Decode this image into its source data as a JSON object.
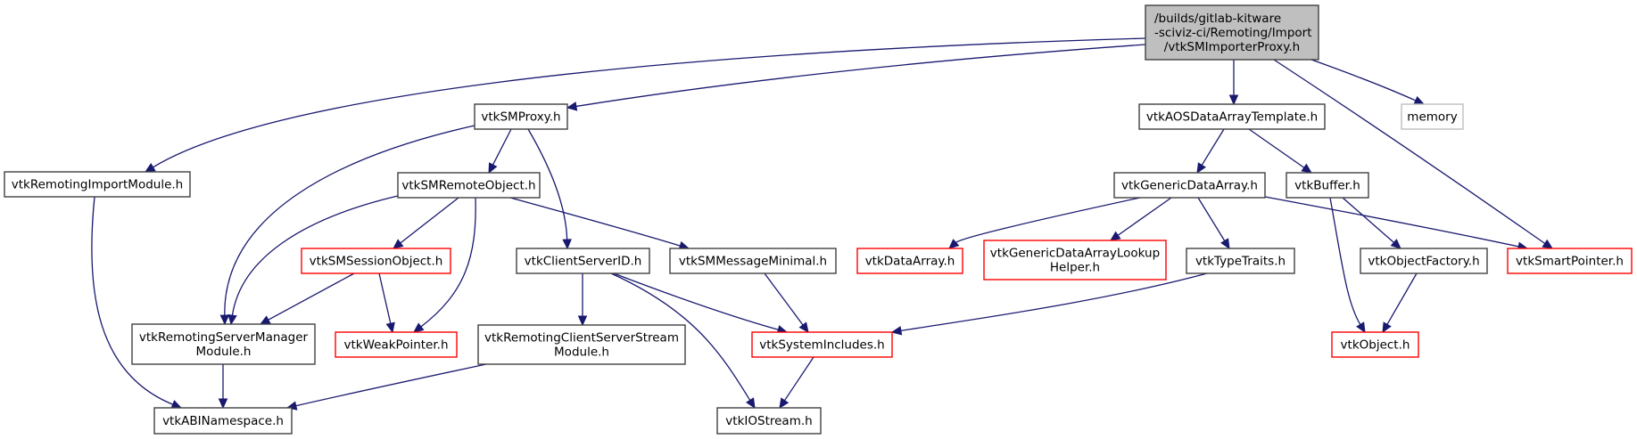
{
  "diagram": {
    "type": "include-dependency-graph",
    "colors": {
      "edge": "#191970",
      "main_fill": "#bfbfbf",
      "node_border": "#404040",
      "truncated_border": "#ff0000",
      "external_border": "#bfbfbf"
    },
    "nodes": [
      {
        "id": "main",
        "kind": "main",
        "lines": [
          "/builds/gitlab-kitware",
          "-sciviz-ci/Remoting/Import",
          "/vtkSMImporterProxy.h"
        ]
      },
      {
        "id": "vtkSMProxy",
        "kind": "normal",
        "lines": [
          "vtkSMProxy.h"
        ]
      },
      {
        "id": "vtkAOSDataArrayTemplate",
        "kind": "normal",
        "lines": [
          "vtkAOSDataArrayTemplate.h"
        ]
      },
      {
        "id": "memory",
        "kind": "external",
        "lines": [
          "memory"
        ]
      },
      {
        "id": "vtkRemotingImportModule",
        "kind": "normal",
        "lines": [
          "vtkRemotingImportModule.h"
        ]
      },
      {
        "id": "vtkSMRemoteObject",
        "kind": "normal",
        "lines": [
          "vtkSMRemoteObject.h"
        ]
      },
      {
        "id": "vtkGenericDataArray",
        "kind": "normal",
        "lines": [
          "vtkGenericDataArray.h"
        ]
      },
      {
        "id": "vtkBuffer",
        "kind": "normal",
        "lines": [
          "vtkBuffer.h"
        ]
      },
      {
        "id": "vtkSMSessionObject",
        "kind": "truncated",
        "lines": [
          "vtkSMSessionObject.h"
        ]
      },
      {
        "id": "vtkClientServerID",
        "kind": "normal",
        "lines": [
          "vtkClientServerID.h"
        ]
      },
      {
        "id": "vtkSMMessageMinimal",
        "kind": "normal",
        "lines": [
          "vtkSMMessageMinimal.h"
        ]
      },
      {
        "id": "vtkDataArray",
        "kind": "truncated",
        "lines": [
          "vtkDataArray.h"
        ]
      },
      {
        "id": "vtkGenericDataArrayLookupHelper",
        "kind": "truncated",
        "lines": [
          "vtkGenericDataArrayLookup",
          "Helper.h"
        ]
      },
      {
        "id": "vtkTypeTraits",
        "kind": "normal",
        "lines": [
          "vtkTypeTraits.h"
        ]
      },
      {
        "id": "vtkObjectFactory",
        "kind": "normal",
        "lines": [
          "vtkObjectFactory.h"
        ]
      },
      {
        "id": "vtkSmartPointer",
        "kind": "truncated",
        "lines": [
          "vtkSmartPointer.h"
        ]
      },
      {
        "id": "vtkRemotingServerManagerModule",
        "kind": "normal",
        "lines": [
          "vtkRemotingServerManager",
          "Module.h"
        ]
      },
      {
        "id": "vtkWeakPointer",
        "kind": "truncated",
        "lines": [
          "vtkWeakPointer.h"
        ]
      },
      {
        "id": "vtkRemotingClientServerStreamModule",
        "kind": "normal",
        "lines": [
          "vtkRemotingClientServerStream",
          "Module.h"
        ]
      },
      {
        "id": "vtkSystemIncludes",
        "kind": "truncated",
        "lines": [
          "vtkSystemIncludes.h"
        ]
      },
      {
        "id": "vtkObject",
        "kind": "truncated",
        "lines": [
          "vtkObject.h"
        ]
      },
      {
        "id": "vtkABINamespace",
        "kind": "normal",
        "lines": [
          "vtkABINamespace.h"
        ]
      },
      {
        "id": "vtkIOStream",
        "kind": "normal",
        "lines": [
          "vtkIOStream.h"
        ]
      }
    ],
    "edges": [
      {
        "from": "main",
        "to": "vtkRemotingImportModule"
      },
      {
        "from": "main",
        "to": "vtkSMProxy"
      },
      {
        "from": "main",
        "to": "vtkAOSDataArrayTemplate"
      },
      {
        "from": "main",
        "to": "vtkSmartPointer"
      },
      {
        "from": "main",
        "to": "memory"
      },
      {
        "from": "vtkSMProxy",
        "to": "vtkSMRemoteObject"
      },
      {
        "from": "vtkSMProxy",
        "to": "vtkRemotingServerManagerModule"
      },
      {
        "from": "vtkSMProxy",
        "to": "vtkClientServerID"
      },
      {
        "from": "vtkRemotingImportModule",
        "to": "vtkABINamespace"
      },
      {
        "from": "vtkSMRemoteObject",
        "to": "vtkRemotingServerManagerModule"
      },
      {
        "from": "vtkSMRemoteObject",
        "to": "vtkSMSessionObject"
      },
      {
        "from": "vtkSMRemoteObject",
        "to": "vtkWeakPointer"
      },
      {
        "from": "vtkSMRemoteObject",
        "to": "vtkSMMessageMinimal"
      },
      {
        "from": "vtkSMSessionObject",
        "to": "vtkRemotingServerManagerModule"
      },
      {
        "from": "vtkSMSessionObject",
        "to": "vtkWeakPointer"
      },
      {
        "from": "vtkRemotingServerManagerModule",
        "to": "vtkABINamespace"
      },
      {
        "from": "vtkClientServerID",
        "to": "vtkRemotingClientServerStreamModule"
      },
      {
        "from": "vtkClientServerID",
        "to": "vtkSystemIncludes"
      },
      {
        "from": "vtkClientServerID",
        "to": "vtkIOStream"
      },
      {
        "from": "vtkSMMessageMinimal",
        "to": "vtkSystemIncludes"
      },
      {
        "from": "vtkRemotingClientServerStreamModule",
        "to": "vtkABINamespace"
      },
      {
        "from": "vtkSystemIncludes",
        "to": "vtkIOStream"
      },
      {
        "from": "vtkAOSDataArrayTemplate",
        "to": "vtkGenericDataArray"
      },
      {
        "from": "vtkAOSDataArrayTemplate",
        "to": "vtkBuffer"
      },
      {
        "from": "vtkGenericDataArray",
        "to": "vtkDataArray"
      },
      {
        "from": "vtkGenericDataArray",
        "to": "vtkGenericDataArrayLookupHelper"
      },
      {
        "from": "vtkGenericDataArray",
        "to": "vtkTypeTraits"
      },
      {
        "from": "vtkGenericDataArray",
        "to": "vtkSmartPointer"
      },
      {
        "from": "vtkTypeTraits",
        "to": "vtkSystemIncludes"
      },
      {
        "from": "vtkBuffer",
        "to": "vtkObject"
      },
      {
        "from": "vtkBuffer",
        "to": "vtkObjectFactory"
      },
      {
        "from": "vtkObjectFactory",
        "to": "vtkObject"
      }
    ]
  }
}
